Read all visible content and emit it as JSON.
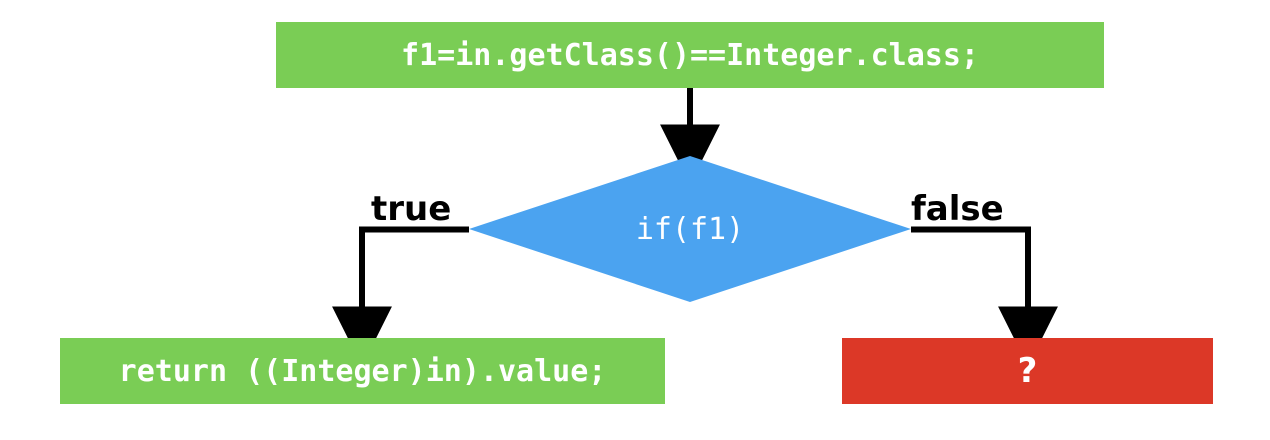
{
  "diagram": {
    "title": "if(f1) type-check flowchart",
    "background": "#ffffff",
    "colors": {
      "process": "#7ACD55",
      "decision": "#4BA3F0",
      "terminal_unknown": "#DC3827",
      "node_text": "#ffffff",
      "edge": "#000000",
      "edge_label": "#000000"
    },
    "nodes": [
      {
        "id": "assign",
        "shape": "rectangle",
        "role": "process",
        "text": "f1=in.getClass()==Integer.class;",
        "fill": "#7ACD55"
      },
      {
        "id": "decision",
        "shape": "diamond",
        "role": "decision",
        "text": "if(f1)",
        "fill": "#4BA3F0"
      },
      {
        "id": "return",
        "shape": "rectangle",
        "role": "process",
        "text": "return ((Integer)in).value;",
        "fill": "#7ACD55"
      },
      {
        "id": "unknown",
        "shape": "rectangle",
        "role": "unknown",
        "text": "?",
        "fill": "#DC3827"
      }
    ],
    "edges": [
      {
        "id": "assign-to-decision",
        "from": "assign",
        "to": "decision",
        "label": ""
      },
      {
        "id": "decision-true",
        "from": "decision",
        "to": "return",
        "label": "true"
      },
      {
        "id": "decision-false",
        "from": "decision",
        "to": "unknown",
        "label": "false"
      }
    ]
  }
}
